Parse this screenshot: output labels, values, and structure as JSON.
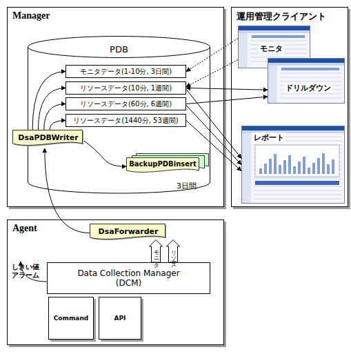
{
  "diagram": {
    "nodes": [
      {
        "text": [
          "Manager"
        ]
      },
      {
        "text": [
          "PDB"
        ],
        "in": 0
      },
      {
        "text": [
          "モニタデータ(1-10分, 3日間)"
        ],
        "in": 1
      },
      {
        "text": [
          "リソースデータ(10分, 1週間)"
        ],
        "in": 1
      },
      {
        "text": [
          "リソースデータ(60分, 6週間)"
        ],
        "in": 1
      },
      {
        "text": [
          "リソースデータ(1440分, 53週間)"
        ],
        "in": 1
      },
      {
        "text": [
          "DsaPDBWriter"
        ],
        "in": 0
      },
      {
        "text": [
          "BackupPDBinsert"
        ],
        "in": 0
      },
      {
        "text": [
          "運用管理クライアント"
        ]
      },
      {
        "text": [
          "モニタ"
        ],
        "in": 8
      },
      {
        "text": [
          "ドリルダウン"
        ],
        "in": 8
      },
      {
        "text": [
          "レポート"
        ],
        "in": 8
      },
      {
        "text": [
          "Agent"
        ]
      },
      {
        "text": [
          "DsaForwarder"
        ],
        "in": 12
      },
      {
        "text": [
          "Data Collection Manager (DCM)"
        ],
        "in": 12
      },
      {
        "text": [
          "Command"
        ],
        "in": 12
      },
      {
        "text": [
          "API"
        ],
        "in": 12
      },
      {
        "text": [
          "モニタ"
        ],
        "in": 12
      },
      {
        "text": [
          "リソース"
        ],
        "in": 12
      }
    ],
    "edges": [
      {
        "from": 13,
        "to": 6,
        "arrow": "to"
      },
      {
        "from": 6,
        "to": 2,
        "arrow": "to"
      },
      {
        "from": 6,
        "to": 3,
        "arrow": "to"
      },
      {
        "from": 6,
        "to": 4,
        "arrow": "to"
      },
      {
        "from": 6,
        "to": 5,
        "arrow": "to"
      },
      {
        "from": 6,
        "to": 7,
        "arrow": "to"
      },
      {
        "from": 9,
        "to": 2,
        "arrow": "to"
      },
      {
        "from": 9,
        "to": 3,
        "arrow": "to"
      },
      {
        "from": 3,
        "to": 10,
        "arrow": "both"
      },
      {
        "from": 4,
        "to": 10,
        "arrow": "to"
      },
      {
        "from": 3,
        "to": 11,
        "arrow": "to"
      },
      {
        "from": 4,
        "to": 11,
        "arrow": "to"
      },
      {
        "from": 5,
        "to": 11,
        "arrow": "to"
      }
    ],
    "labels": [
      "3日間",
      "しきい値 アラーム"
    ]
  }
}
